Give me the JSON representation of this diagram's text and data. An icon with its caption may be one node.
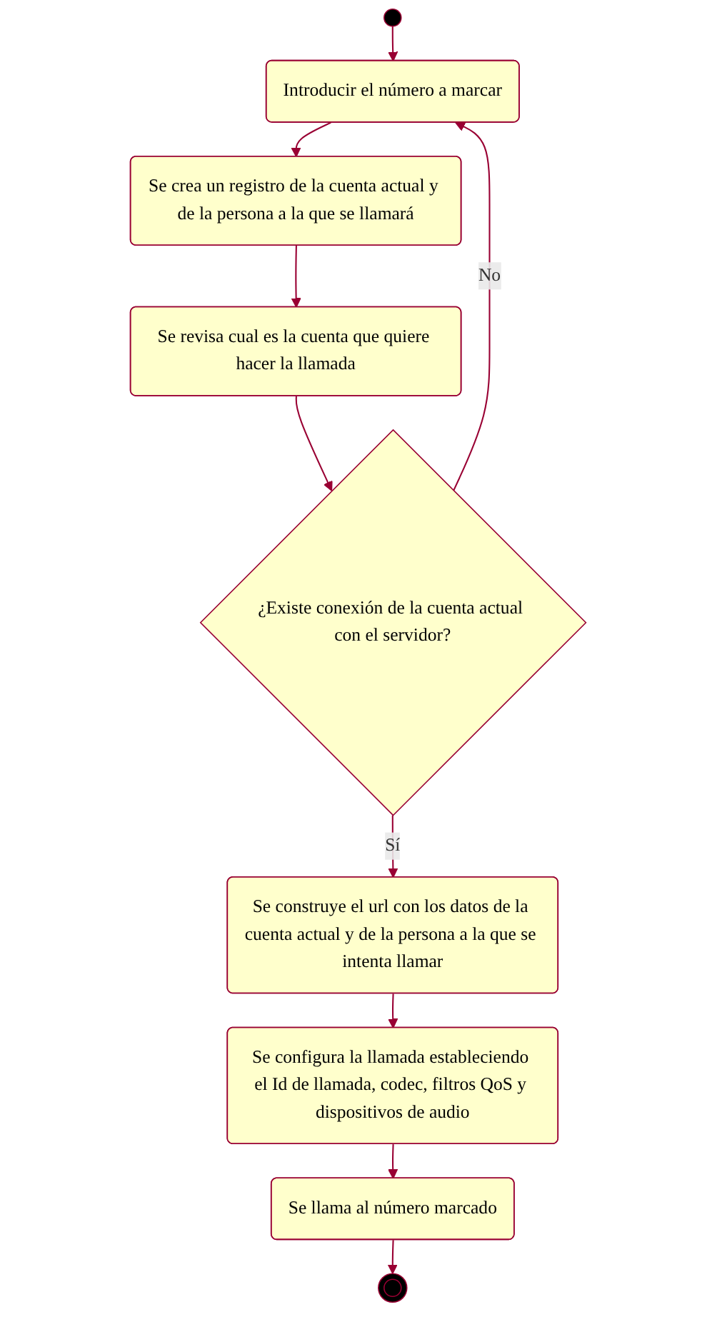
{
  "diagram": {
    "nodes": [
      {
        "text": [],
        "shape": "circle"
      },
      {
        "text": [
          "Introducir el número a marcar"
        ]
      },
      {
        "text": [
          "Se crea un registro de la cuenta actual y de la persona a la que se llamará"
        ]
      },
      {
        "text": [
          "Se revisa cual es la cuenta que quiere hacer la llamada"
        ]
      },
      {
        "text": [
          "¿Existe conexión de la cuenta actual con el servidor?"
        ]
      },
      {
        "text": [
          "Se construye el url con los datos de la cuenta actual y de la persona a la que se intenta llamar"
        ]
      },
      {
        "text": [
          "Se configura la llamada estableciendo el Id de llamada, codec, filtros QoS y dispositivos de audio"
        ]
      },
      {
        "text": [
          "Se llama al número marcado"
        ]
      },
      {
        "text": [],
        "shape": "bullseye"
      }
    ],
    "edges": [
      {
        "from": 0,
        "to": 1,
        "arrow": "to"
      },
      {
        "from": 1,
        "to": 2,
        "arrow": "to"
      },
      {
        "from": 2,
        "to": 3,
        "arrow": "to"
      },
      {
        "from": 3,
        "to": 4,
        "arrow": "to"
      },
      {
        "from": 4,
        "to": 1,
        "arrow": "to",
        "label": "No"
      },
      {
        "from": 4,
        "to": 5,
        "arrow": "to",
        "label": "Sí"
      },
      {
        "from": 5,
        "to": 6,
        "arrow": "to"
      },
      {
        "from": 6,
        "to": 7,
        "arrow": "to"
      },
      {
        "from": 7,
        "to": 8,
        "arrow": "to"
      }
    ]
  }
}
